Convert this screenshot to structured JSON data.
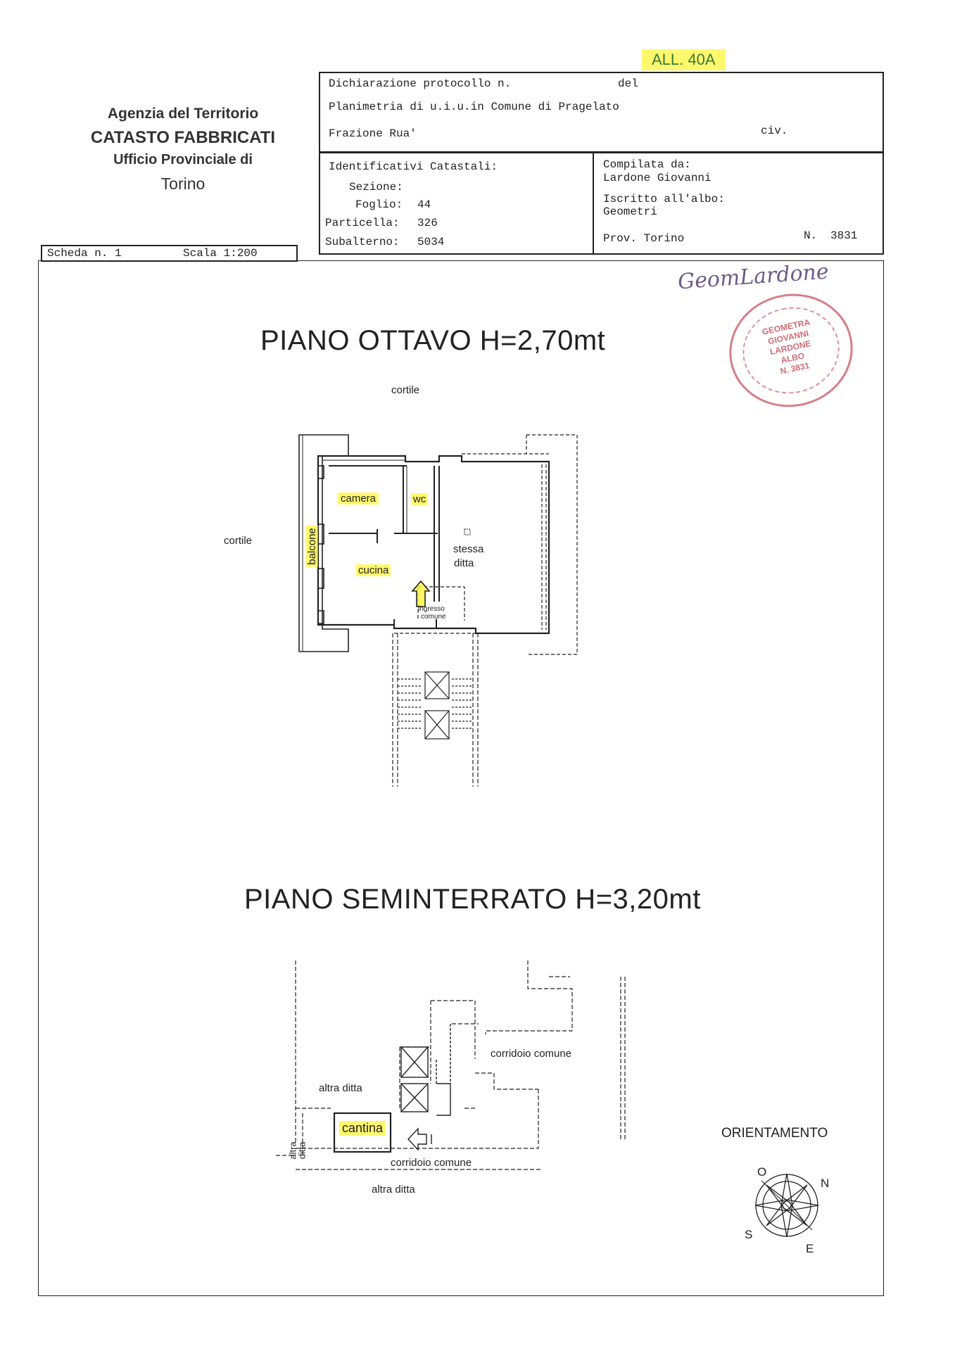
{
  "annotation_top": "ALL. 40A",
  "office": {
    "agency": "Agenzia del Territorio",
    "catasto": "CATASTO FABBRICATI",
    "ufficio": "Ufficio Provinciale di",
    "city": "Torino"
  },
  "header": {
    "dichiarazione": "Dichiarazione protocollo n.",
    "del": "del",
    "planimetria": "Planimetria di u.i.u.in Comune di Pragelato",
    "frazione": "Frazione Rua'",
    "civ": "civ."
  },
  "identificativi": {
    "title": "Identificativi Catastali:",
    "sezione_label": "Sezione:",
    "sezione_value": "",
    "foglio_label": "Foglio:",
    "foglio_value": "44",
    "particella_label": "Particella:",
    "particella_value": "326",
    "subalterno_label": "Subalterno:",
    "subalterno_value": "5034"
  },
  "compilata": {
    "label": "Compilata da:",
    "name": "Lardone Giovanni",
    "iscritto_label": "Iscritto all'albo:",
    "albo": "Geometri",
    "prov": "Prov. Torino",
    "n_label": "N.",
    "n_value": "3831"
  },
  "scheda": {
    "scheda_label": "Scheda n. 1",
    "scala_label": "Scala 1:200"
  },
  "stamp": {
    "signature": "GeomLardone",
    "lines": [
      "GEOMETRA",
      "GIOVANNI",
      "LARDONE",
      "ALBO",
      "N. 3831"
    ]
  },
  "piano_ottavo": {
    "title": "PIANO OTTAVO  H=2,70mt",
    "cortile_top": "cortile",
    "cortile_left": "cortile",
    "camera": "camera",
    "wc": "wc",
    "balcone": "balcone",
    "cucina": "cucina",
    "stessa": "stessa",
    "ditta": "ditta",
    "ingresso": "ingresso",
    "comune": "comune"
  },
  "piano_seminterrato": {
    "title": "PIANO SEMINTERRATO  H=3,20mt",
    "corridoio_comune_1": "corridoio comune",
    "altra_ditta_1": "altra ditta",
    "cantina": "cantina",
    "altra": "altra",
    "ditta_v": "ditta",
    "corridoio_comune_2": "corridoio comune",
    "altra_ditta_2": "altra ditta"
  },
  "orientamento": {
    "title": "ORIENTAMENTO",
    "o": "O",
    "n": "N",
    "s": "S",
    "e": "E"
  },
  "colors": {
    "highlight": "#fff53c",
    "stamp": "#c0394a",
    "ink": "#222222"
  }
}
